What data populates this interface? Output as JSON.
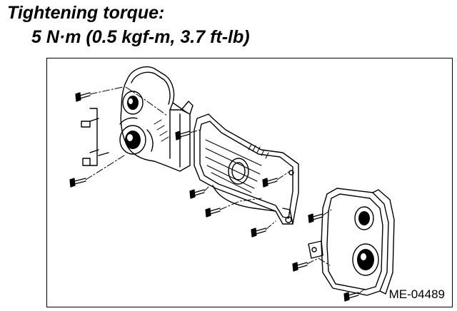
{
  "heading": {
    "title": "Tightening torque:",
    "value": "5 N·m (0.5 kgf-m, 3.7 ft-lb)"
  },
  "figure": {
    "code": "ME-04489"
  }
}
